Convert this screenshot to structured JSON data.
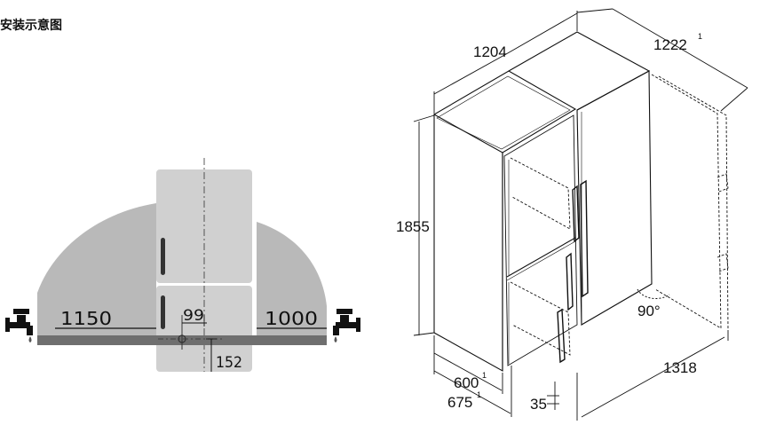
{
  "title": "安装示意图",
  "left_diagram": {
    "water_left": "1150",
    "water_right": "1000",
    "dim_99": "99",
    "dim_152": "152"
  },
  "right_diagram": {
    "width": "1204",
    "width_sup": "",
    "width_open": "1222",
    "width_open_sup": "1",
    "height": "1855",
    "depth": "600",
    "depth_sup": "1",
    "depth_open": "675",
    "depth_open_sup": "1",
    "gap": "35",
    "door_angle": "90°",
    "clearance": "1318"
  },
  "colors": {
    "grey_area": "#b9b9b9",
    "appliance": "#d0d0d0",
    "water_line": "#6f6f6f",
    "ink": "#111111"
  }
}
